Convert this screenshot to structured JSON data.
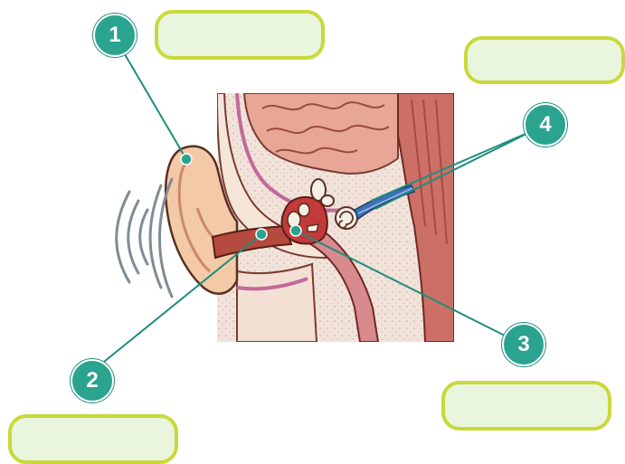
{
  "labels": [
    {
      "number": "1",
      "answer": ""
    },
    {
      "number": "2",
      "answer": ""
    },
    {
      "number": "3",
      "answer": ""
    },
    {
      "number": "4",
      "answer": ""
    }
  ],
  "colors": {
    "badge": "#2aa38f",
    "box_fill": "#e9f6dd",
    "box_border": "#c9d93a",
    "skin": "#f3c9a8",
    "tissue": "#efd8cc",
    "canal": "#b54a3f",
    "brain": "#e8a796",
    "muscle": "#cc6f66",
    "sound_waves": "#7f8c93"
  },
  "icons": [
    "ear-illustration",
    "sound-waves-icon",
    "cochlea-icon",
    "auditory-nerve-icon"
  ]
}
